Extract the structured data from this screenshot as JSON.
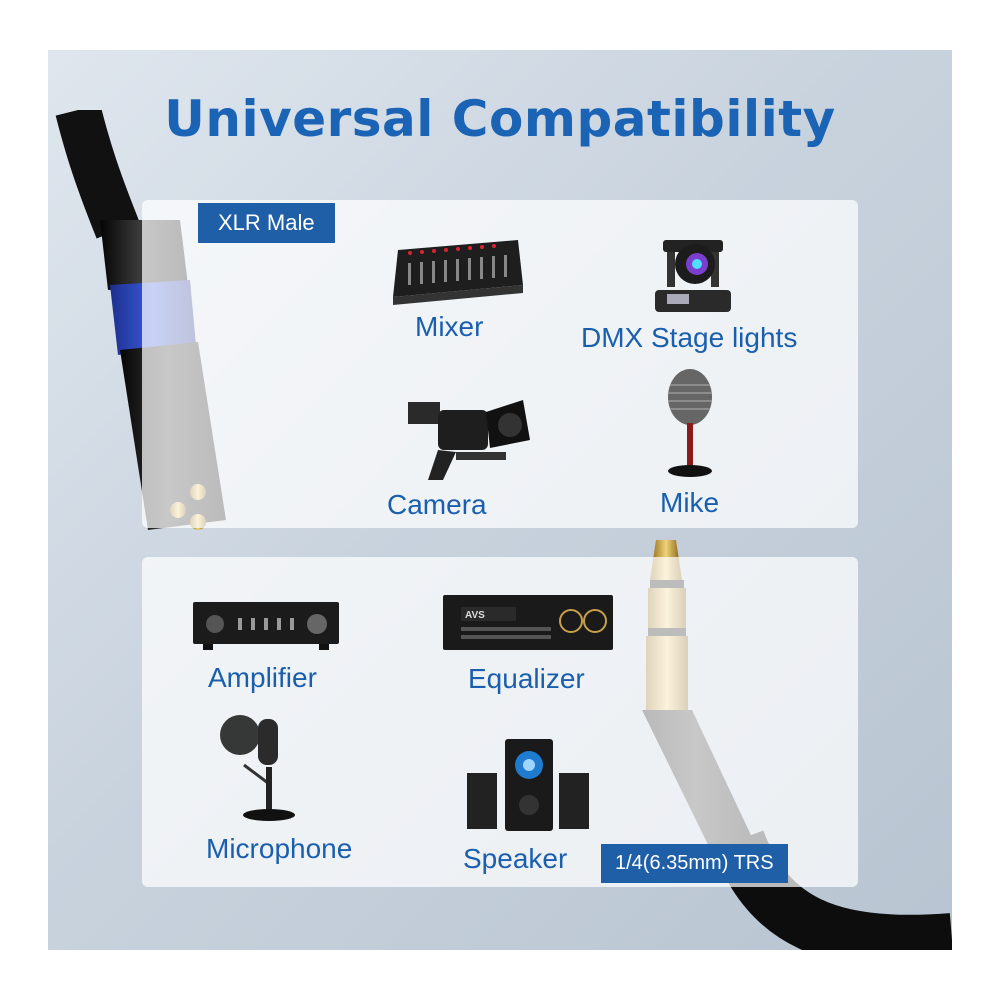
{
  "title": "Universal Compatibility",
  "top_group": {
    "tag": "XLR Male",
    "devices": [
      {
        "label": "Mixer",
        "icon": "mixer-icon"
      },
      {
        "label": "DMX Stage lights",
        "icon": "stage-light-icon"
      },
      {
        "label": "Camera",
        "icon": "camera-icon"
      },
      {
        "label": "Mike",
        "icon": "vintage-mic-icon"
      }
    ]
  },
  "bottom_group": {
    "tag": "1/4(6.35mm) TRS",
    "devices": [
      {
        "label": "Amplifier",
        "icon": "amplifier-icon"
      },
      {
        "label": "Equalizer",
        "icon": "equalizer-icon"
      },
      {
        "label": "Microphone",
        "icon": "studio-mic-icon"
      },
      {
        "label": "Speaker",
        "icon": "speaker-icon"
      }
    ]
  },
  "equalizer_brand": "AVS",
  "colors": {
    "accent": "#1a63b5",
    "tag_bg": "#1f5fa8",
    "connector_blue": "#2b47c9",
    "gold": "#c99a2e"
  }
}
